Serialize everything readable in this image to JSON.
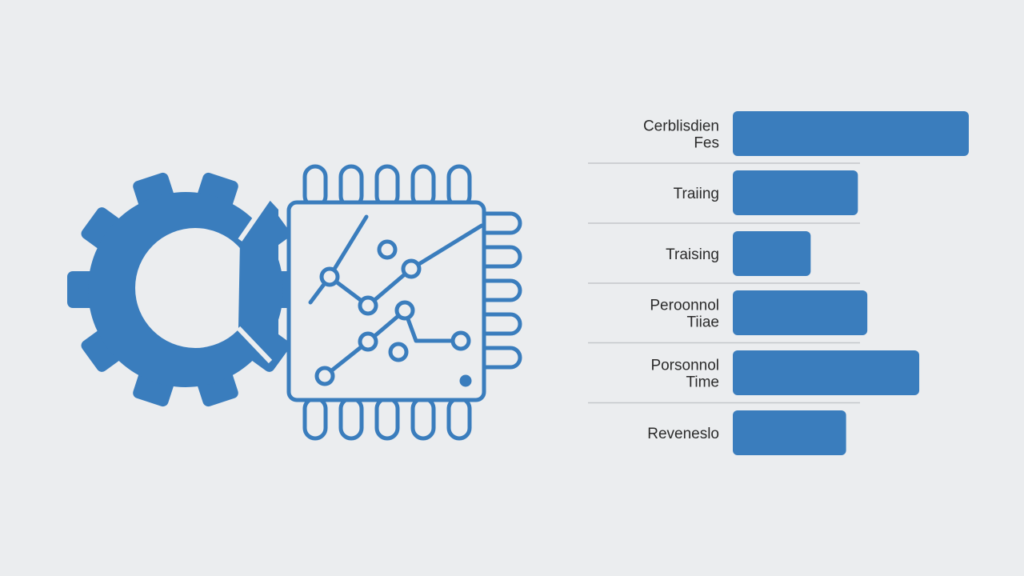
{
  "colors": {
    "accent": "#3a7dbd",
    "background": "#ebedef",
    "label_text": "#2b2b2b",
    "divider": "#c4c7ca"
  },
  "icons": [
    "gear-icon",
    "circuit-chip-icon"
  ],
  "chart_data": {
    "type": "bar",
    "orientation": "horizontal",
    "categories": [
      [
        "Cerblisdien",
        "Fes"
      ],
      [
        "Traiing"
      ],
      [
        "Traising"
      ],
      [
        "Peroonnol",
        "Tiiae"
      ],
      [
        "Porsonnol",
        "Time"
      ],
      [
        "Reveneslo"
      ]
    ],
    "values": [
      100,
      53,
      33,
      57,
      79,
      48
    ],
    "xlim": [
      0,
      100
    ],
    "xlabel": "",
    "ylabel": "",
    "title": "",
    "grid": false,
    "legend": "none"
  }
}
